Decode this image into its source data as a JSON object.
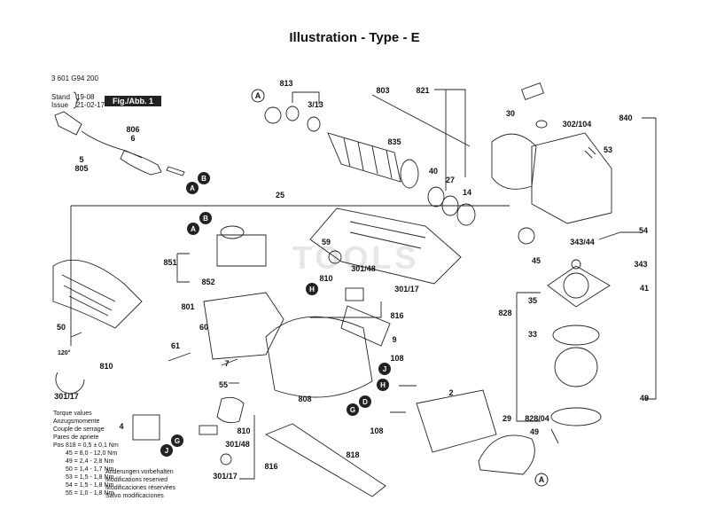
{
  "header": {
    "title": "Illustration - Type - E",
    "part_number": "3 601 G94 200",
    "stand_label": "Stand",
    "issue_label": "Issue",
    "stand_value": "19-08",
    "issue_value": "21-02-17",
    "fig_label": "Fig./Abb. 1"
  },
  "watermark": "TOOLS",
  "torque_block": {
    "lines": [
      "Torque values",
      "Anzugsmomente",
      "Couple de serrage",
      "Pares de apriete"
    ],
    "rows": [
      "Pos 818 = 0,5 ± 0,1 Nm",
      "45 = 8,0 - 12,0 Nm",
      "49 = 2,4 - 2,8 Nm",
      "50 = 1,4 - 1,7 Nm",
      "53 = 1,5 - 1,8 Nm",
      "54 = 1,5 - 1,8 Nm",
      "55 = 1,0 - 1,8 Nm"
    ]
  },
  "changes_block": {
    "lines": [
      "Änderungen vorbehalten",
      "Modifications reserved",
      "Modificaciones réservées",
      "Salvo modificaciones"
    ]
  },
  "angle_label": "120°",
  "callouts": [
    "A",
    "B",
    "J",
    "G",
    "H",
    "D"
  ],
  "part_labels": [
    "813",
    "803",
    "821",
    "30",
    "840",
    "3/13",
    "302/104",
    "806",
    "6",
    "5",
    "805",
    "835",
    "40",
    "27",
    "14",
    "53",
    "25",
    "59",
    "851",
    "852",
    "301/48",
    "810",
    "301/17",
    "816",
    "801",
    "60",
    "61",
    "50",
    "810",
    "301/17",
    "7",
    "55",
    "808",
    "9",
    "108",
    "2",
    "54",
    "343/44",
    "343",
    "45",
    "41",
    "35",
    "828",
    "33",
    "49",
    "828/04",
    "49",
    "29",
    "4",
    "810",
    "301/48",
    "816",
    "301/17",
    "818",
    "108"
  ]
}
